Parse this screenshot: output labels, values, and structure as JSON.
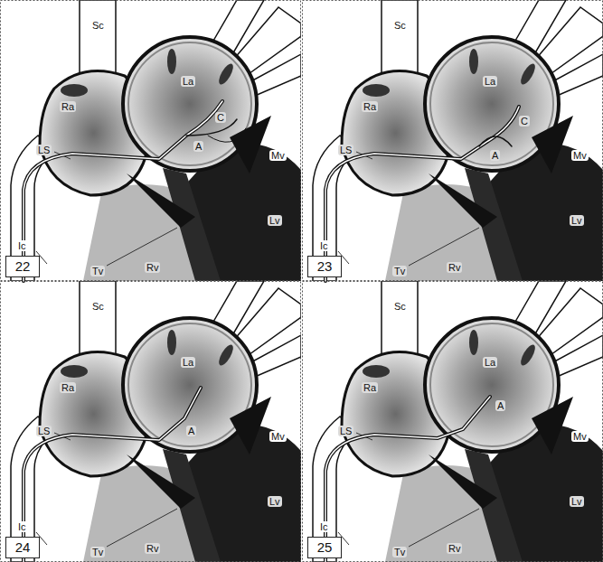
{
  "diagram": {
    "labels": [
      "Sc",
      "La",
      "C",
      "A",
      "Ra",
      "Mv",
      "LS",
      "Lv",
      "Ic",
      "22",
      "Tv",
      "Rv",
      "Sc",
      "La",
      "C",
      "A",
      "Ra",
      "Mv",
      "LS",
      "Lv",
      "Ic",
      "23",
      "Tv",
      "Rv",
      "Sc",
      "La",
      "A",
      "Ra",
      "Mv",
      "LS",
      "Lv",
      "Ic",
      "24",
      "Tv",
      "Rv",
      "Sc",
      "La",
      "A",
      "Ra",
      "Mv",
      "LS",
      "Lv",
      "Ic",
      "25",
      "Tv",
      "Rv"
    ]
  }
}
